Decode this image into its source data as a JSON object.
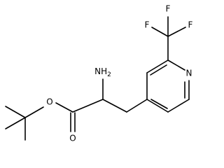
{
  "molecule": {
    "atoms": {
      "f_top": "F",
      "f_left": "F",
      "f_right": "F",
      "amine": "NH",
      "amine_sub": "2",
      "ring_n": "N",
      "ester_o": "O",
      "carbonyl_o": "O"
    }
  }
}
